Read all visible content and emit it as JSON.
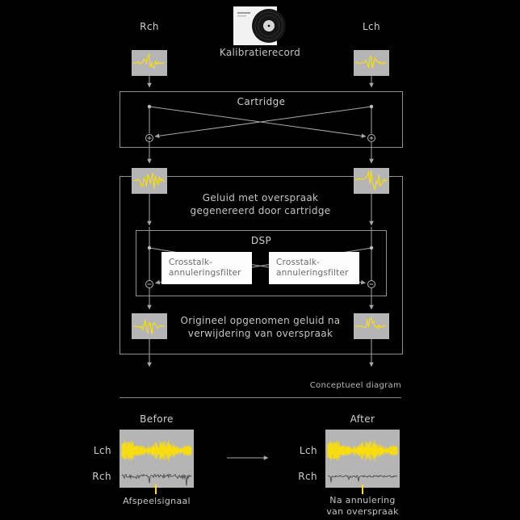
{
  "colors": {
    "background": "#000000",
    "accent": "#ffe000",
    "panel_gray": "#b5b5b5",
    "line_gray": "#a8a8a8",
    "rch_trace": "#4a4a4a"
  },
  "top": {
    "rch_label": "Rch",
    "lch_label": "Lch",
    "record_caption": "Kalibratierecord"
  },
  "cartridge": {
    "label": "Cartridge"
  },
  "crosstalk_section": {
    "line1": "Geluid met overspraak",
    "line2": "gegenereerd door cartridge"
  },
  "dsp": {
    "label": "DSP",
    "filter_line1": "Crosstalk-",
    "filter_line2": "annuleringsfilter"
  },
  "output_section": {
    "line1": "Origineel opgenomen geluid na",
    "line2": "verwijdering van overspraak"
  },
  "footnote": "Conceptueel diagram",
  "before": {
    "title": "Before",
    "lch_label": "Lch",
    "rch_label": "Rch",
    "caption": "Afspeelsignaal"
  },
  "after": {
    "title": "After",
    "lch_label": "Lch",
    "rch_label": "Rch",
    "caption_line1": "Na annulering",
    "caption_line2": "van overspraak"
  }
}
